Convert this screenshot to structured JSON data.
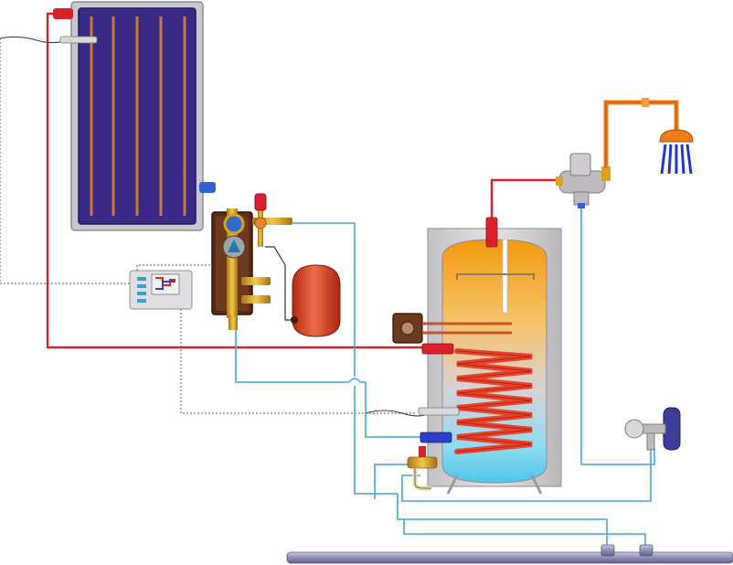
{
  "diagram": {
    "labels": [],
    "colors": {
      "hot_pipe": "#d9212b",
      "cold_pipe": "#3fa6dc",
      "sensor_wire": "#555555",
      "collector_frame": "#c9c6cf",
      "collector_panel": "#3a2a86",
      "collector_tube": "#c47a3a",
      "tank_shell": "#d7d4d8",
      "tank_hot": "#f6a21e",
      "tank_cold": "#6fd3ee",
      "coil": "#e8432a",
      "brass": "#d8a323",
      "expansion_vessel": "#e0482a",
      "shower": "#1f35d6",
      "shower_pipe": "#f07d19",
      "main_pipe": "#8a8ab0"
    },
    "components": [
      "solar-collector",
      "pump-station",
      "solar-controller",
      "expansion-vessel",
      "hot-water-tank",
      "heat-exchanger-coil",
      "electric-heater",
      "thermostatic-mixing-valve",
      "shower-head",
      "tap",
      "safety-valve",
      "cold-water-main"
    ]
  }
}
